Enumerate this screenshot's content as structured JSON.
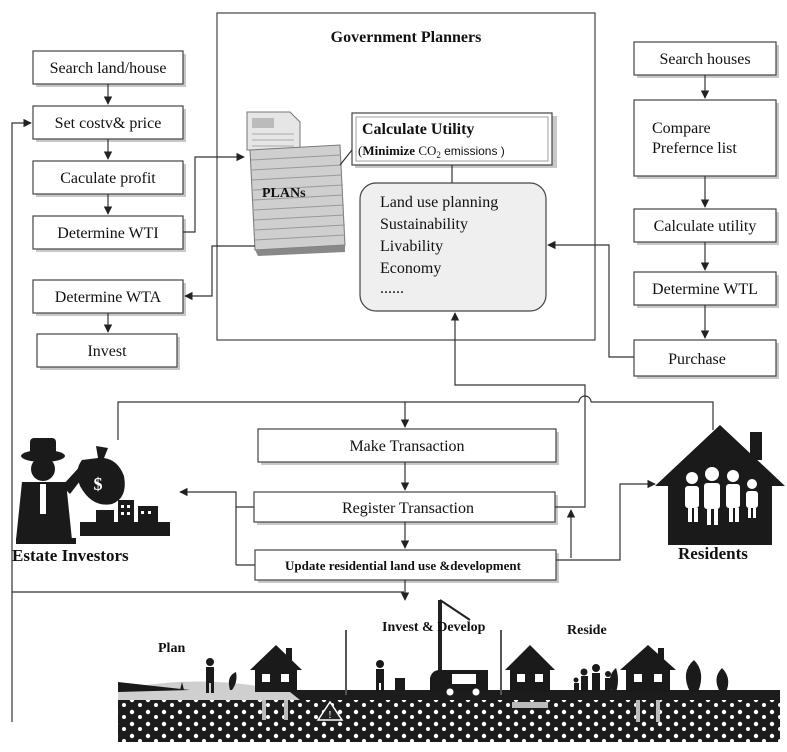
{
  "government": {
    "title": "Government Planners",
    "plans_label": "PLANs",
    "utility_title": "Calculate Utility",
    "utility_sub_bold": "Minimize",
    "utility_sub_co": "CO",
    "utility_sub_2": "2",
    "utility_sub_rest": "emissions )",
    "utility_sub_open": "(",
    "planning_items": [
      "Land use planning",
      "Sustainability",
      "Livability",
      "Economy",
      "......"
    ]
  },
  "investor_flow": [
    "Search land/house",
    "Set costv& price",
    "Caculate profit",
    "Determine WTI",
    "Determine WTA",
    "Invest"
  ],
  "resident_flow": [
    "Search houses",
    "Compare\nPrefernce list",
    "Calculate utility",
    "Determine WTL",
    "Purchase"
  ],
  "transactions": [
    "Make Transaction",
    "Register Transaction",
    "Update residential land use &development"
  ],
  "actors": {
    "investors": "Estate Investors",
    "residents": "Residents"
  },
  "scene_labels": [
    "Plan",
    "Invest & Develop",
    "Reside"
  ]
}
